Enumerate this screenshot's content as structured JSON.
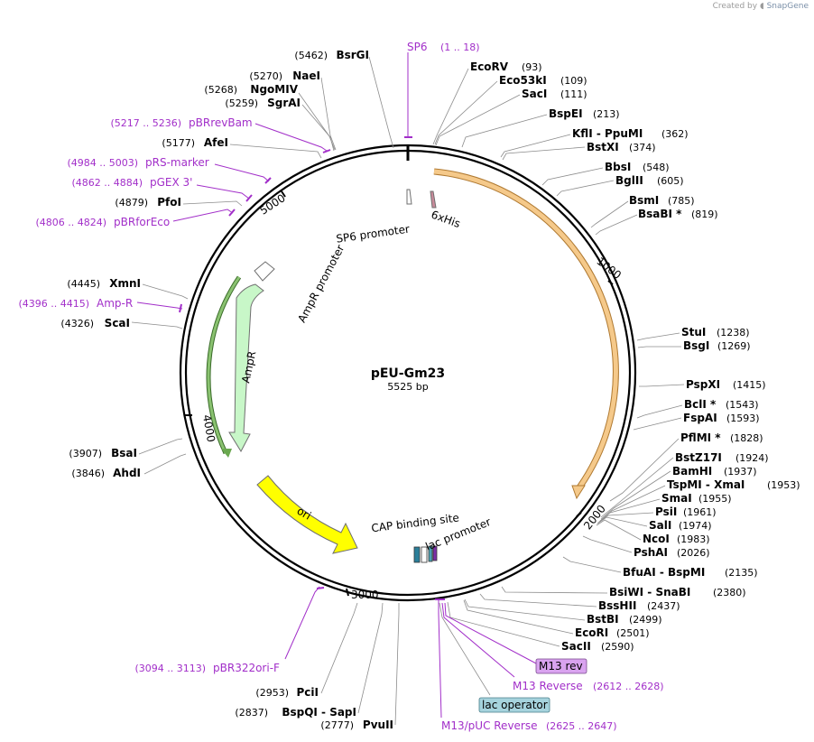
{
  "watermark": {
    "prefix": "Created by",
    "brand": "SnapGene"
  },
  "plasmid": {
    "name": "pEU-Gm23",
    "length_label": "5525 bp",
    "length": 5525
  },
  "ticks": [
    "1000",
    "2000",
    "3000",
    "4000",
    "5000"
  ],
  "sites": [
    {
      "name": "BsrGI",
      "pos": "(5462)"
    },
    {
      "name": "NaeI",
      "pos": "(5270)"
    },
    {
      "name": "NgoMIV",
      "pos": "(5268)"
    },
    {
      "name": "SgrAI",
      "pos": "(5259)"
    },
    {
      "name": "AfeI",
      "pos": "(5177)"
    },
    {
      "name": "PfoI",
      "pos": "(4879)"
    },
    {
      "name": "XmnI",
      "pos": "(4445)"
    },
    {
      "name": "ScaI",
      "pos": "(4326)"
    },
    {
      "name": "BsaI",
      "pos": "(3907)"
    },
    {
      "name": "AhdI",
      "pos": "(3846)"
    },
    {
      "name": "PciI",
      "pos": "(2953)"
    },
    {
      "name": "BspQI  -  SapI",
      "pos": "(2837)"
    },
    {
      "name": "PvuII",
      "pos": "(2777)"
    },
    {
      "name": "EcoRV",
      "pos": "(93)"
    },
    {
      "name": "Eco53kI",
      "pos": "(109)"
    },
    {
      "name": "SacI",
      "pos": "(111)"
    },
    {
      "name": "BspEI",
      "pos": "(213)"
    },
    {
      "name": "KflI  -  PpuMI",
      "pos": "(362)"
    },
    {
      "name": "BstXI",
      "pos": "(374)"
    },
    {
      "name": "BbsI",
      "pos": "(548)"
    },
    {
      "name": "BglII",
      "pos": "(605)"
    },
    {
      "name": "BsmI",
      "pos": "(785)"
    },
    {
      "name": "BsaBI *",
      "pos": "(819)"
    },
    {
      "name": "StuI",
      "pos": "(1238)"
    },
    {
      "name": "BsgI",
      "pos": "(1269)"
    },
    {
      "name": "PspXI",
      "pos": "(1415)"
    },
    {
      "name": "BclI *",
      "pos": "(1543)"
    },
    {
      "name": "FspAI",
      "pos": "(1593)"
    },
    {
      "name": "PflMI *",
      "pos": "(1828)"
    },
    {
      "name": "BstZ17I",
      "pos": "(1924)"
    },
    {
      "name": "BamHI",
      "pos": "(1937)"
    },
    {
      "name": "TspMI  -  XmaI",
      "pos": "(1953)"
    },
    {
      "name": "SmaI",
      "pos": "(1955)"
    },
    {
      "name": "PsiI",
      "pos": "(1961)"
    },
    {
      "name": "SalI",
      "pos": "(1974)"
    },
    {
      "name": "NcoI",
      "pos": "(1983)"
    },
    {
      "name": "PshAI",
      "pos": "(2026)"
    },
    {
      "name": "BfuAI  -  BspMI",
      "pos": "(2135)"
    },
    {
      "name": "BsiWI  -  SnaBI",
      "pos": "(2380)"
    },
    {
      "name": "BssHII",
      "pos": "(2437)"
    },
    {
      "name": "BstBI",
      "pos": "(2499)"
    },
    {
      "name": "EcoRI",
      "pos": "(2501)"
    },
    {
      "name": "SacII",
      "pos": "(2590)"
    }
  ],
  "primers": [
    {
      "name": "SP6",
      "range": "(1 .. 18)"
    },
    {
      "name": "pBRrevBam",
      "range": "(5217 .. 5236)"
    },
    {
      "name": "pRS-marker",
      "range": "(4984 .. 5003)"
    },
    {
      "name": "pGEX 3'",
      "range": "(4862 .. 4884)"
    },
    {
      "name": "pBRforEco",
      "range": "(4806 .. 4824)"
    },
    {
      "name": "Amp-R",
      "range": "(4396 .. 4415)"
    },
    {
      "name": "pBR322ori-F",
      "range": "(3094 .. 3113)"
    },
    {
      "name": "M13 Reverse",
      "range": "(2612 .. 2628)"
    },
    {
      "name": "M13/pUC Reverse",
      "range": "(2625 .. 2647)"
    }
  ],
  "boxed_features": [
    {
      "name": "M13 rev",
      "color": "#d9a3ef"
    },
    {
      "name": "lac operator",
      "color": "#a6d3dd"
    }
  ],
  "features": [
    {
      "name": "SP6 promoter"
    },
    {
      "name": "6xHis"
    },
    {
      "name": "AmpR promoter"
    },
    {
      "name": "AmpR"
    },
    {
      "name": "ori"
    },
    {
      "name": "CAP binding site"
    },
    {
      "name": "lac promoter"
    }
  ],
  "colors": {
    "primer": "#a22fc9",
    "orf": "#f5c98a",
    "ampr": "#c8f7c8",
    "ori": "#ffff00",
    "ampr_orf": "#6aa84f"
  }
}
